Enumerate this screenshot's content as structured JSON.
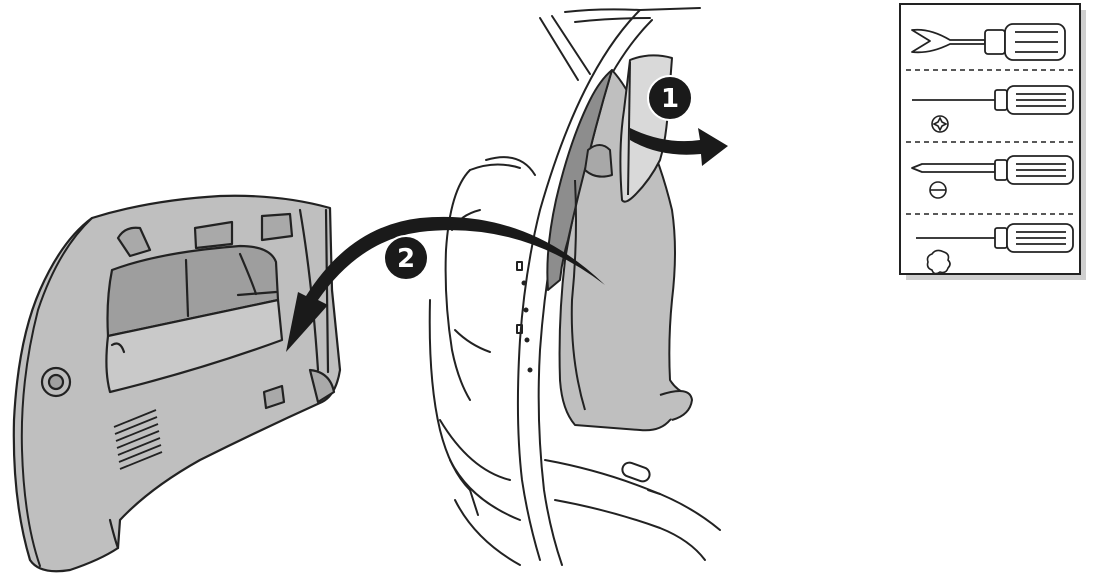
{
  "steps": [
    {
      "number": "1"
    },
    {
      "number": "2"
    }
  ],
  "tool_panel": {
    "tools": [
      {
        "name": "trim-removal-tool",
        "icon": "trim-tool-icon"
      },
      {
        "name": "phillips-screwdriver",
        "icon": "phillips-head-symbol"
      },
      {
        "name": "flat-screwdriver",
        "icon": "flat-head-symbol"
      },
      {
        "name": "torx-screwdriver",
        "icon": "torx-head-symbol"
      }
    ]
  },
  "colors": {
    "panel_fill": "#bfbfbf",
    "panel_dark": "#9a9a9a",
    "line": "#222222",
    "callout": "#1a1a1a",
    "tool_box_shadow": "#bdbdbd"
  }
}
